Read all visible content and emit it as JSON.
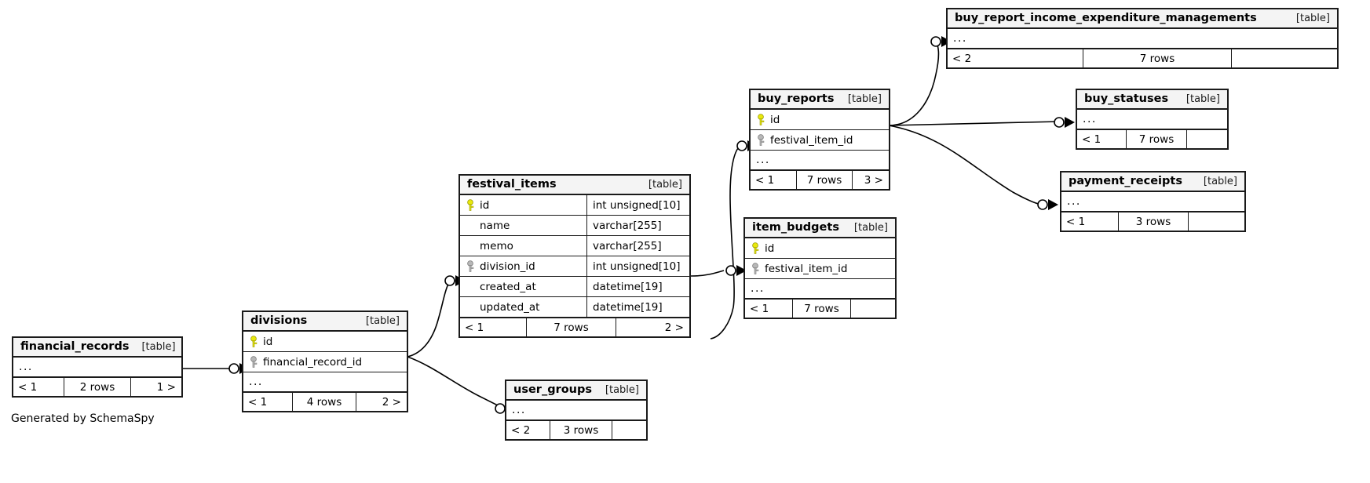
{
  "diagram": {
    "caption": "Generated by SchemaSpy",
    "table_tag": "[table]",
    "ellipsis": "...",
    "colors": {
      "primary_key": "#e8e80d",
      "foreign_key": "#b0b0b0",
      "border": "#1a1a1a",
      "title_background": "#f4f4f4",
      "background": "#ffffff"
    }
  },
  "tables": [
    {
      "id": "buy_report_income_expenditure_managements",
      "name": "buy_report_income_expenditure_managements",
      "tag": "[table]",
      "columns": [],
      "has_ellipsis": true,
      "footer": {
        "left": "< 2",
        "mid": "7 rows",
        "right": ""
      }
    },
    {
      "id": "buy_statuses",
      "name": "buy_statuses",
      "tag": "[table]",
      "columns": [],
      "has_ellipsis": true,
      "footer": {
        "left": "< 1",
        "mid": "7 rows",
        "right": ""
      }
    },
    {
      "id": "payment_receipts",
      "name": "payment_receipts",
      "tag": "[table]",
      "columns": [],
      "has_ellipsis": true,
      "footer": {
        "left": "< 1",
        "mid": "3 rows",
        "right": ""
      }
    },
    {
      "id": "buy_reports",
      "name": "buy_reports",
      "tag": "[table]",
      "columns": [
        {
          "name": "id",
          "type": "",
          "key": "primary"
        },
        {
          "name": "festival_item_id",
          "type": "",
          "key": "foreign"
        }
      ],
      "has_ellipsis": true,
      "footer": {
        "left": "< 1",
        "mid": "7 rows",
        "right": "3 >"
      }
    },
    {
      "id": "item_budgets",
      "name": "item_budgets",
      "tag": "[table]",
      "columns": [
        {
          "name": "id",
          "type": "",
          "key": "primary"
        },
        {
          "name": "festival_item_id",
          "type": "",
          "key": "foreign"
        }
      ],
      "has_ellipsis": true,
      "footer": {
        "left": "< 1",
        "mid": "7 rows",
        "right": ""
      }
    },
    {
      "id": "festival_items",
      "name": "festival_items",
      "tag": "[table]",
      "columns": [
        {
          "name": "id",
          "type": "int unsigned[10]",
          "key": "primary"
        },
        {
          "name": "name",
          "type": "varchar[255]",
          "key": "none"
        },
        {
          "name": "memo",
          "type": "varchar[255]",
          "key": "none"
        },
        {
          "name": "division_id",
          "type": "int unsigned[10]",
          "key": "foreign"
        },
        {
          "name": "created_at",
          "type": "datetime[19]",
          "key": "none"
        },
        {
          "name": "updated_at",
          "type": "datetime[19]",
          "key": "none"
        }
      ],
      "has_ellipsis": false,
      "footer": {
        "left": "< 1",
        "mid": "7 rows",
        "right": "2 >"
      }
    },
    {
      "id": "divisions",
      "name": "divisions",
      "tag": "[table]",
      "columns": [
        {
          "name": "id",
          "type": "",
          "key": "primary"
        },
        {
          "name": "financial_record_id",
          "type": "",
          "key": "foreign"
        }
      ],
      "has_ellipsis": true,
      "footer": {
        "left": "< 1",
        "mid": "4 rows",
        "right": "2 >"
      }
    },
    {
      "id": "financial_records",
      "name": "financial_records",
      "tag": "[table]",
      "columns": [],
      "has_ellipsis": true,
      "footer": {
        "left": "< 1",
        "mid": "2 rows",
        "right": "1 >"
      }
    },
    {
      "id": "user_groups",
      "name": "user_groups",
      "tag": "[table]",
      "columns": [],
      "has_ellipsis": true,
      "footer": {
        "left": "< 2",
        "mid": "3 rows",
        "right": ""
      }
    }
  ],
  "relationships": [
    {
      "from": "buy_reports",
      "to": "buy_report_income_expenditure_managements"
    },
    {
      "from": "buy_reports",
      "to": "buy_statuses"
    },
    {
      "from": "buy_reports",
      "to": "payment_receipts"
    },
    {
      "from": "festival_items",
      "to": "buy_reports"
    },
    {
      "from": "festival_items",
      "to": "item_budgets"
    },
    {
      "from": "divisions",
      "to": "festival_items"
    },
    {
      "from": "divisions",
      "to": "user_groups"
    },
    {
      "from": "financial_records",
      "to": "divisions"
    }
  ]
}
